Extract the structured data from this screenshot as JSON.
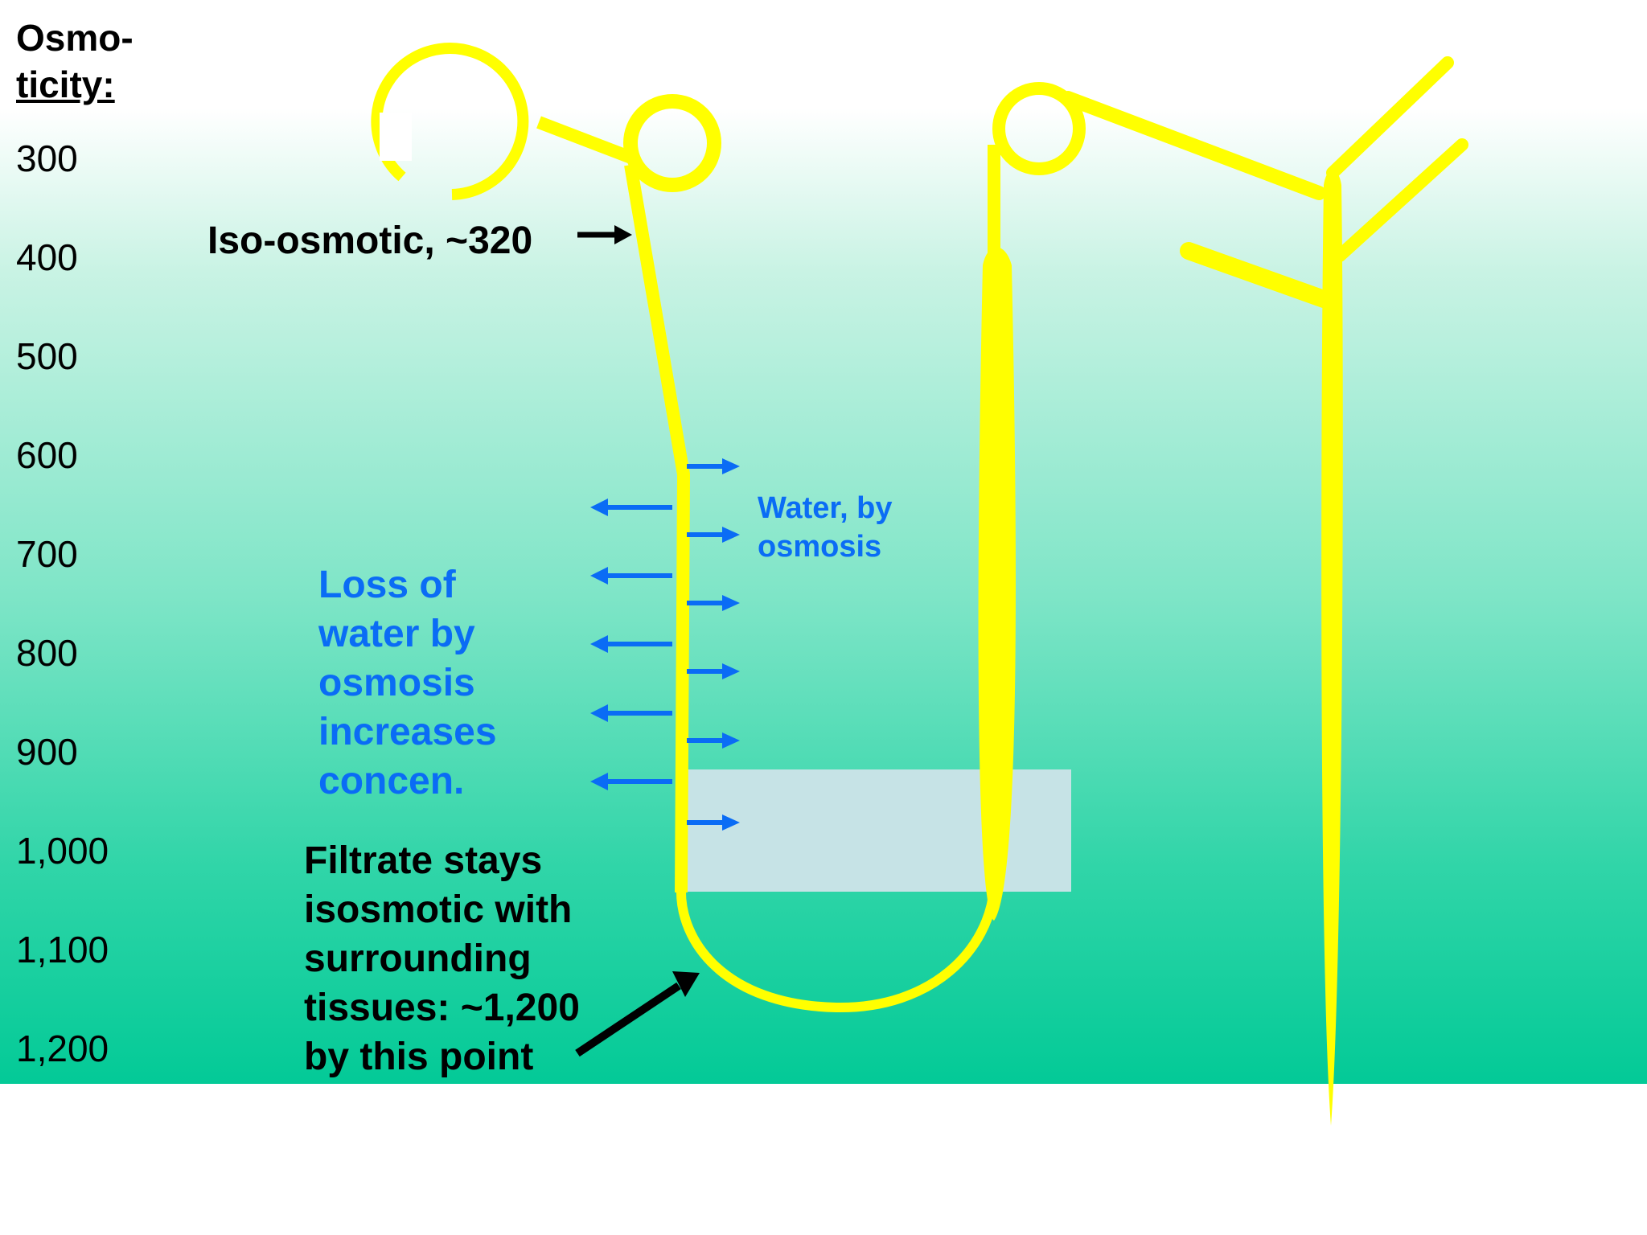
{
  "scale": {
    "title_line1": "Osmo-",
    "title_line2": "ticity:",
    "ticks": [
      "300",
      "400",
      "500",
      "600",
      "700",
      "800",
      "900",
      "1,000",
      "1,100",
      "1,200"
    ]
  },
  "labels": {
    "iso_osmotic": "Iso-osmotic, ~320",
    "loss_of_water": "Loss of\nwater by\nosmosis\nincreases\nconcen.",
    "water_by_osmosis": "Water, by\nosmosis",
    "filtrate": "Filtrate stays\nisosmotic with\nsurrounding\ntissues:  ~1,200\nby this point"
  },
  "colors": {
    "tubule": "#ffff00",
    "arrows_water": "#0a6cf5",
    "arrows_pointer": "#000000",
    "highlight_box": "#c6e3e6",
    "background_top": "#ffffff",
    "background_bottom": "#03ca97"
  }
}
